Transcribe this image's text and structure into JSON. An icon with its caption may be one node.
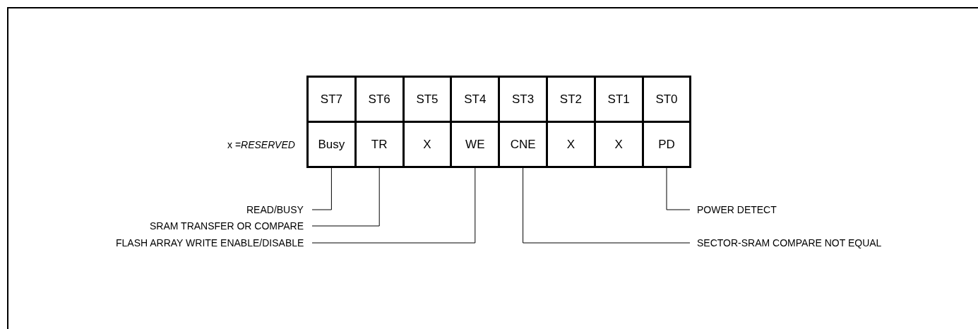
{
  "diagram": {
    "nodes": [
      {
        "text": [
          "ST7"
        ]
      },
      {
        "text": [
          "ST6"
        ]
      },
      {
        "text": [
          "ST5"
        ]
      },
      {
        "text": [
          "ST4"
        ]
      },
      {
        "text": [
          "ST3"
        ]
      },
      {
        "text": [
          "ST2"
        ]
      },
      {
        "text": [
          "ST1"
        ]
      },
      {
        "text": [
          "ST0"
        ]
      },
      {
        "text": [
          "Busy"
        ]
      },
      {
        "text": [
          "TR"
        ]
      },
      {
        "text": [
          "X"
        ]
      },
      {
        "text": [
          "WE"
        ]
      },
      {
        "text": [
          "CNE"
        ]
      },
      {
        "text": [
          "X"
        ]
      },
      {
        "text": [
          "X"
        ]
      },
      {
        "text": [
          "PD"
        ]
      },
      {
        "text": [
          "READ/BUSY"
        ]
      },
      {
        "text": [
          "POWER DETECT"
        ]
      },
      {
        "text": [
          "SRAM TRANSFER OR COMPARE"
        ]
      },
      {
        "text": [
          "FLASH ARRAY WRITE ENABLE/DISABLE"
        ]
      },
      {
        "text": [
          "SECTOR-SRAM COMPARE NOT EQUAL"
        ]
      }
    ],
    "edges": [
      {
        "from": 16,
        "to": 8,
        "arrow": "none"
      },
      {
        "from": 17,
        "to": 15,
        "arrow": "none"
      },
      {
        "from": 18,
        "to": 9,
        "arrow": "none"
      },
      {
        "from": 19,
        "to": 11,
        "arrow": "none"
      },
      {
        "from": 20,
        "to": 12,
        "arrow": "none"
      }
    ],
    "labels": [
      "x =*RESERVED*"
    ]
  }
}
